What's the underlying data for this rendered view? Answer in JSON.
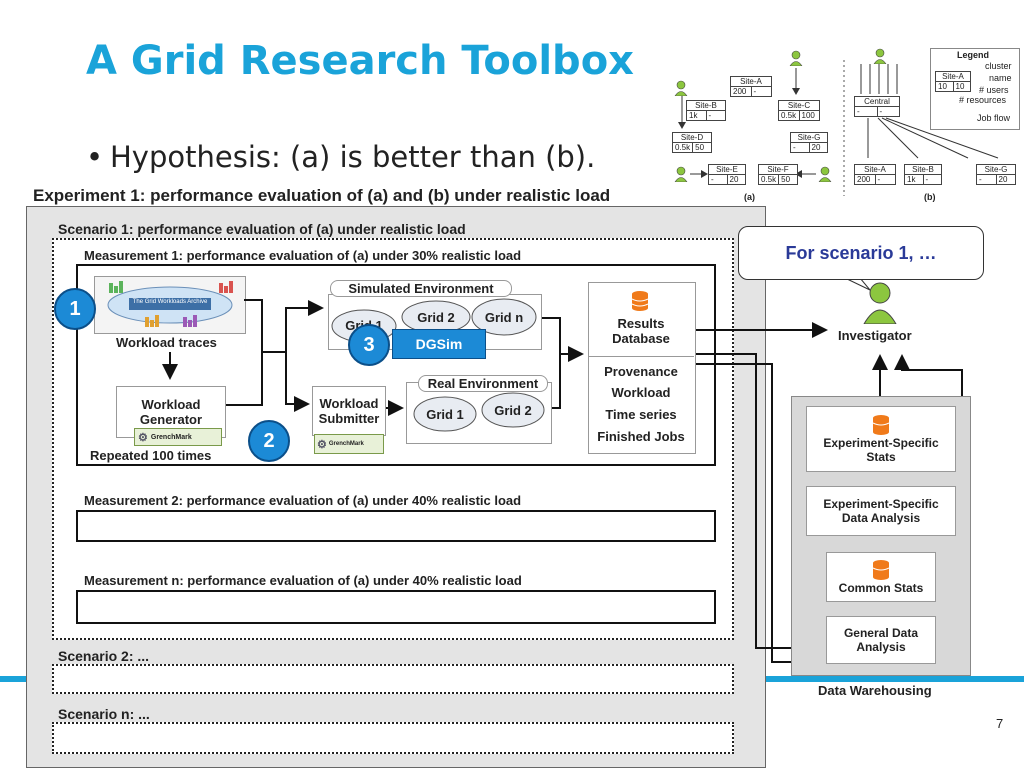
{
  "slide": {
    "title": "A Grid Research Toolbox",
    "bullet": "Hypothesis: (a) is better than (b).",
    "page_number": "7"
  },
  "experiment": {
    "title": "Experiment 1: performance evaluation of (a) and (b) under realistic load",
    "scenario1": {
      "title": "Scenario 1: performance evaluation of (a) under realistic load",
      "measurement1": {
        "title": "Measurement 1: performance evaluation of (a) under 30% realistic load",
        "workload_traces": "Workload traces",
        "workload_archive": "The Grid Workloads Archive",
        "workload_generator": "Workload\nGenerator",
        "grenchmark": "GrenchMark",
        "repeated": "Repeated 100 times",
        "workload_submitter": "Workload\nSubmitter",
        "simulated_env": "Simulated Environment",
        "sim_grids": [
          "Grid 1",
          "Grid 2",
          "Grid n"
        ],
        "real_env": "Real Environment",
        "real_grids": [
          "Grid 1",
          "Grid 2"
        ],
        "dgsim": "DGSim",
        "results_db": "Results\nDatabase",
        "results_items": [
          "Provenance",
          "Workload",
          "Time series",
          "Finished Jobs"
        ]
      },
      "measurement2": "Measurement 2: performance evaluation of (a) under 40% realistic load",
      "measurementn": "Measurement n: performance evaluation of (a) under 40% realistic load"
    },
    "scenario2": "Scenario 2: ...",
    "scenarion": "Scenario n: ..."
  },
  "callout": "For scenario 1, …",
  "investigator": "Investigator",
  "warehouse": {
    "label": "Data Warehousing",
    "boxes": [
      "Experiment-Specific\nStats",
      "Experiment-Specific\nData Analysis",
      "Common Stats",
      "General Data\nAnalysis"
    ]
  },
  "markers": [
    "1",
    "2",
    "3"
  ],
  "topology": {
    "legend_title": "Legend",
    "legend_site": {
      "name": "Site-A",
      "v1": "10",
      "v2": "10"
    },
    "legend_labels": [
      "cluster",
      "name",
      "# users",
      "# resources",
      "Job flow"
    ],
    "a_label": "(a)",
    "b_label": "(b)",
    "central": "Central",
    "sites_a": [
      {
        "name": "Site-A",
        "v1": "200",
        "v2": "-"
      },
      {
        "name": "Site-B",
        "v1": "1k",
        "v2": "-"
      },
      {
        "name": "Site-C",
        "v1": "0.5k",
        "v2": "100"
      },
      {
        "name": "Site-D",
        "v1": "0.5k",
        "v2": "50"
      },
      {
        "name": "Site-G",
        "v1": "-",
        "v2": "20"
      },
      {
        "name": "Site-E",
        "v1": "-",
        "v2": "20"
      },
      {
        "name": "Site-F",
        "v1": "0.5k",
        "v2": "50"
      }
    ],
    "sites_b": [
      {
        "name": "Site-A",
        "v1": "200",
        "v2": "-"
      },
      {
        "name": "Site-B",
        "v1": "1k",
        "v2": "-"
      },
      {
        "name": "Site-G",
        "v1": "-",
        "v2": "20"
      }
    ]
  },
  "colors": {
    "title_blue": "#1aa3d9",
    "marker_blue": "#1c8ad6",
    "callout_text": "#2a3a98",
    "db_orange": "#f07a1a",
    "person_green": "#8cc63f"
  }
}
